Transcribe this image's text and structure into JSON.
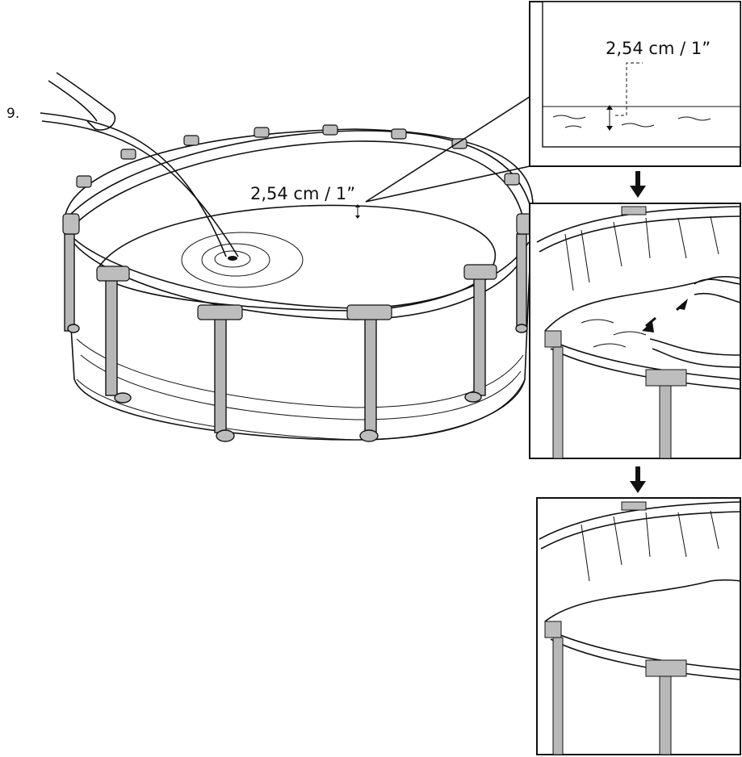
{
  "step_number": "9.",
  "main_measurement": "2,54 cm / 1”",
  "detail_measurement": "2,54 cm / 1”",
  "colors": {
    "outline": "#111111",
    "frame_fill": "#ffffff",
    "joint_fill": "#bdbdbd",
    "leg_fill": "#b7b7b7"
  }
}
